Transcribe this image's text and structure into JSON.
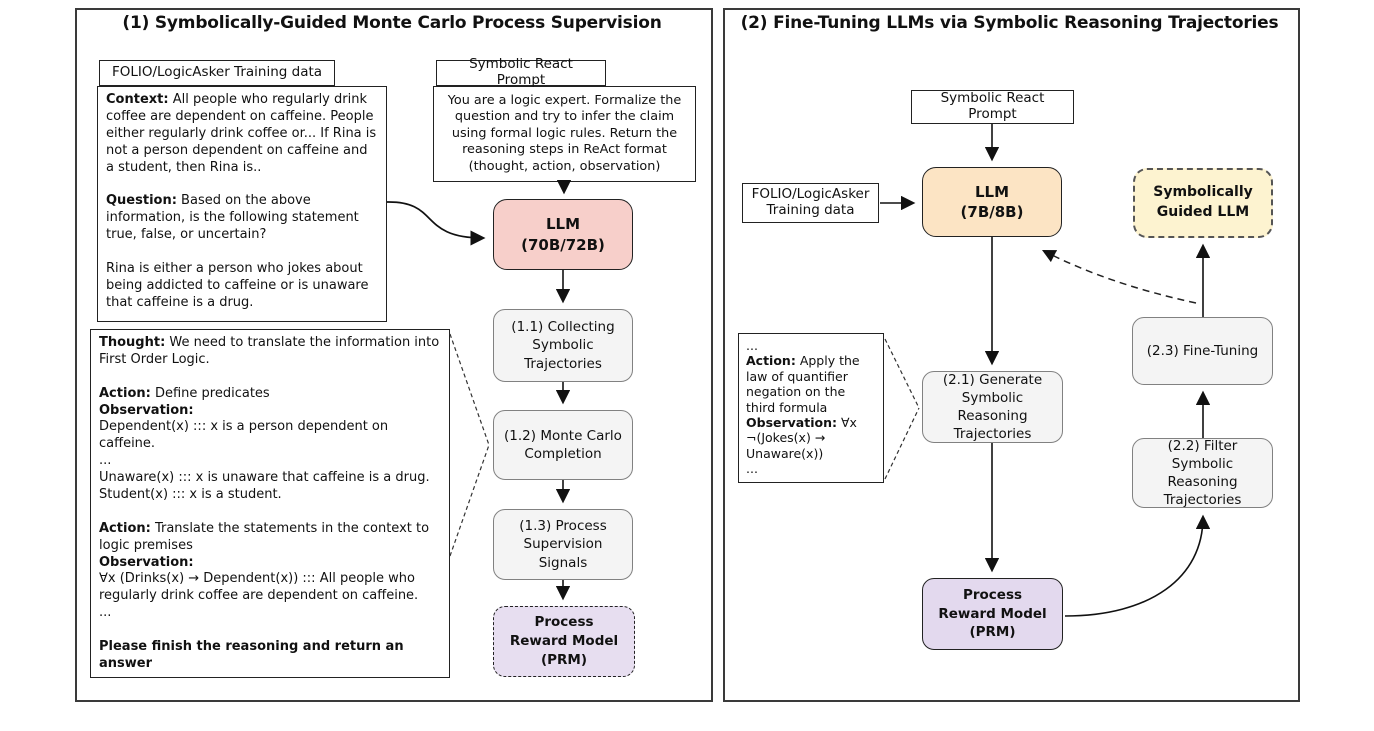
{
  "panel1": {
    "title": "(1) Symbolically-Guided Monte Carlo Process Supervision",
    "folio_label": "FOLIO/LogicAsker Training data",
    "context_box": {
      "paragraphs": [
        [
          {
            "b": true,
            "t": "Context:"
          },
          {
            "t": " All people who regularly drink coffee are dependent on caffeine. People either regularly drink coffee or... If Rina is not a person dependent on caffeine and a student, then Rina is.."
          }
        ],
        [],
        [
          {
            "b": true,
            "t": "Question:"
          },
          {
            "t": " Based on the above information, is the following statement true, false, or uncertain?"
          }
        ],
        [],
        [
          {
            "t": "Rina is either a person who jokes about being addicted to caffeine or is unaware that caffeine is a drug."
          }
        ]
      ]
    },
    "prompt_label": "Symbolic React Prompt",
    "prompt_text": "You are a logic expert. Formalize the question and try to infer the claim using formal logic rules. Return the reasoning steps in ReAct format (thought, action, observation)",
    "llm": {
      "line1": "LLM",
      "line2": "(70B/72B)"
    },
    "steps": [
      "(1.1) Collecting Symbolic Trajectories",
      "(1.2) Monte Carlo Completion",
      "(1.3) Process Supervision Signals"
    ],
    "prm_label": "Process Reward Model (PRM)",
    "thought_box": {
      "paragraphs": [
        [
          {
            "b": true,
            "t": "Thought:"
          },
          {
            "t": " We need to translate the information into First Order Logic."
          }
        ],
        [],
        [
          {
            "b": true,
            "t": "Action:"
          },
          {
            "t": " Define predicates"
          }
        ],
        [
          {
            "b": true,
            "t": "Observation:"
          }
        ],
        [
          {
            "t": "Dependent(x) ::: x is a person dependent on caffeine."
          }
        ],
        [
          {
            "t": "..."
          }
        ],
        [
          {
            "t": "Unaware(x) ::: x is unaware that caffeine is a drug."
          }
        ],
        [
          {
            "t": "Student(x) ::: x is a student."
          }
        ],
        [],
        [
          {
            "b": true,
            "t": "Action:"
          },
          {
            "t": " Translate the statements in the context to logic premises"
          }
        ],
        [
          {
            "b": true,
            "t": "Observation:"
          }
        ],
        [
          {
            "t": "∀x (Drinks(x) → Dependent(x)) ::: All people who regularly drink coffee are dependent on caffeine."
          }
        ],
        [
          {
            "t": "..."
          }
        ],
        [],
        [
          {
            "b": true,
            "t": "Please finish the reasoning and return an answer"
          }
        ]
      ]
    }
  },
  "panel2": {
    "title": "(2) Fine-Tuning LLMs via Symbolic Reasoning Trajectories",
    "prompt_label": "Symbolic React Prompt",
    "folio_label": "FOLIO/LogicAsker Training data",
    "llm": {
      "line1": "LLM",
      "line2": "(7B/8B)"
    },
    "guided_llm": {
      "line1": "Symbolically",
      "line2": "Guided LLM"
    },
    "action_box": {
      "paragraphs": [
        [
          {
            "t": "..."
          }
        ],
        [
          {
            "b": true,
            "t": "Action:"
          },
          {
            "t": " Apply the law of quantifier negation on the third formula"
          }
        ],
        [
          {
            "b": true,
            "t": "Observation:"
          },
          {
            "t": " ∀x ¬(Jokes(x) → Unaware(x))"
          }
        ],
        [
          {
            "t": "..."
          }
        ]
      ]
    },
    "steps": [
      "(2.1) Generate Symbolic Reasoning Trajectories",
      "(2.2) Filter Symbolic Reasoning Trajectories",
      "(2.3) Fine-Tuning"
    ],
    "prm_label": "Process Reward Model (PRM)"
  },
  "colors": {
    "llm_70b_bg": "#f7cfca",
    "llm_7b_bg": "#fce4c4",
    "guided_llm_bg": "#fdf3d0",
    "prm_dashed_bg": "#e7def0",
    "prm_solid_bg": "#e3d9ee",
    "step_bg": "#f4f4f4",
    "border": "#1a1a1a"
  }
}
